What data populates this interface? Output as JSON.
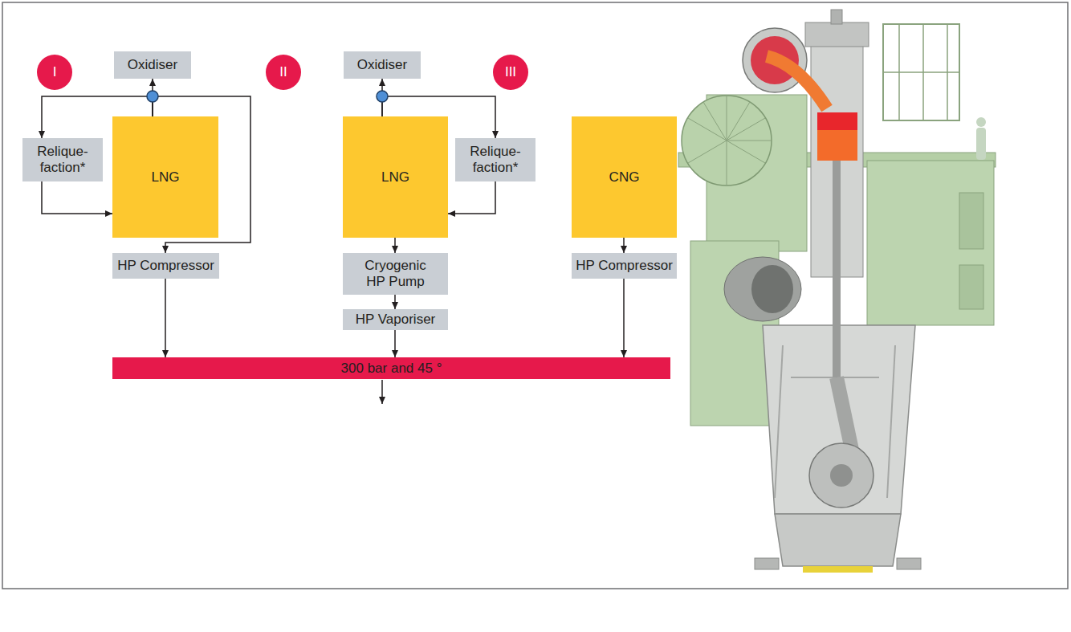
{
  "diagram": {
    "nodes": [
      {
        "text": [
          "I"
        ]
      },
      {
        "text": [
          "Oxidiser"
        ]
      },
      {
        "text": [
          "II"
        ]
      },
      {
        "text": [
          "Oxidiser"
        ]
      },
      {
        "text": [
          "III"
        ]
      },
      {
        "text": [
          "Relique- faction*"
        ]
      },
      {
        "text": [
          "LNG"
        ]
      },
      {
        "text": [
          "LNG"
        ]
      },
      {
        "text": [
          "Relique- faction*"
        ]
      },
      {
        "text": [
          "CNG"
        ]
      },
      {
        "text": [
          "HP Compressor"
        ]
      },
      {
        "text": [
          "Cryogenic HP Pump"
        ]
      },
      {
        "text": [
          "HP Compressor"
        ]
      },
      {
        "text": [
          "HP Vaporiser"
        ]
      },
      {
        "text": [
          "300 bar and 45 °"
        ]
      }
    ],
    "edges": [
      {
        "from": 6,
        "to": 1,
        "arrow": "to"
      },
      {
        "from": 6,
        "to": 5,
        "arrow": "to"
      },
      {
        "from": 5,
        "to": 6,
        "arrow": "to"
      },
      {
        "from": 6,
        "to": 10,
        "arrow": "to"
      },
      {
        "from": 10,
        "to": 14,
        "arrow": "to"
      },
      {
        "from": 7,
        "to": 3,
        "arrow": "to"
      },
      {
        "from": 7,
        "to": 8,
        "arrow": "to"
      },
      {
        "from": 8,
        "to": 7,
        "arrow": "to"
      },
      {
        "from": 7,
        "to": 11,
        "arrow": "to"
      },
      {
        "from": 11,
        "to": 13,
        "arrow": "to"
      },
      {
        "from": 13,
        "to": 14,
        "arrow": "to"
      },
      {
        "from": 9,
        "to": 12,
        "arrow": "to"
      },
      {
        "from": 12,
        "to": 14,
        "arrow": "to"
      }
    ]
  }
}
